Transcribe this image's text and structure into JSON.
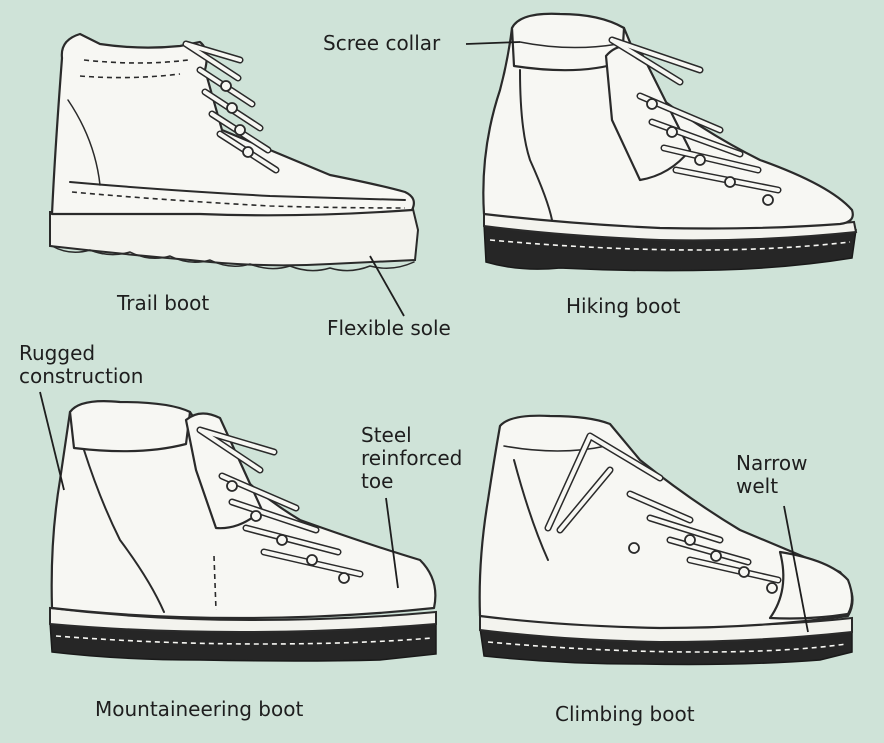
{
  "diagram": {
    "labels": {
      "scree_collar": "Scree collar",
      "trail_boot": "Trail boot",
      "hiking_boot": "Hiking boot",
      "flexible_sole": "Flexible sole",
      "rugged_construction": [
        "Rugged",
        "construction"
      ],
      "steel_toe": [
        "Steel",
        "reinforced",
        "toe"
      ],
      "narrow_welt": [
        "Narrow",
        "welt"
      ],
      "mountaineering_boot": "Mountaineering boot",
      "climbing_boot": "Climbing boot"
    },
    "colors": {
      "background": "#cfe3d8",
      "ink": "#2a2a2a",
      "boot_fill": "#f7f7f3",
      "sole_dark": "#262626"
    }
  }
}
